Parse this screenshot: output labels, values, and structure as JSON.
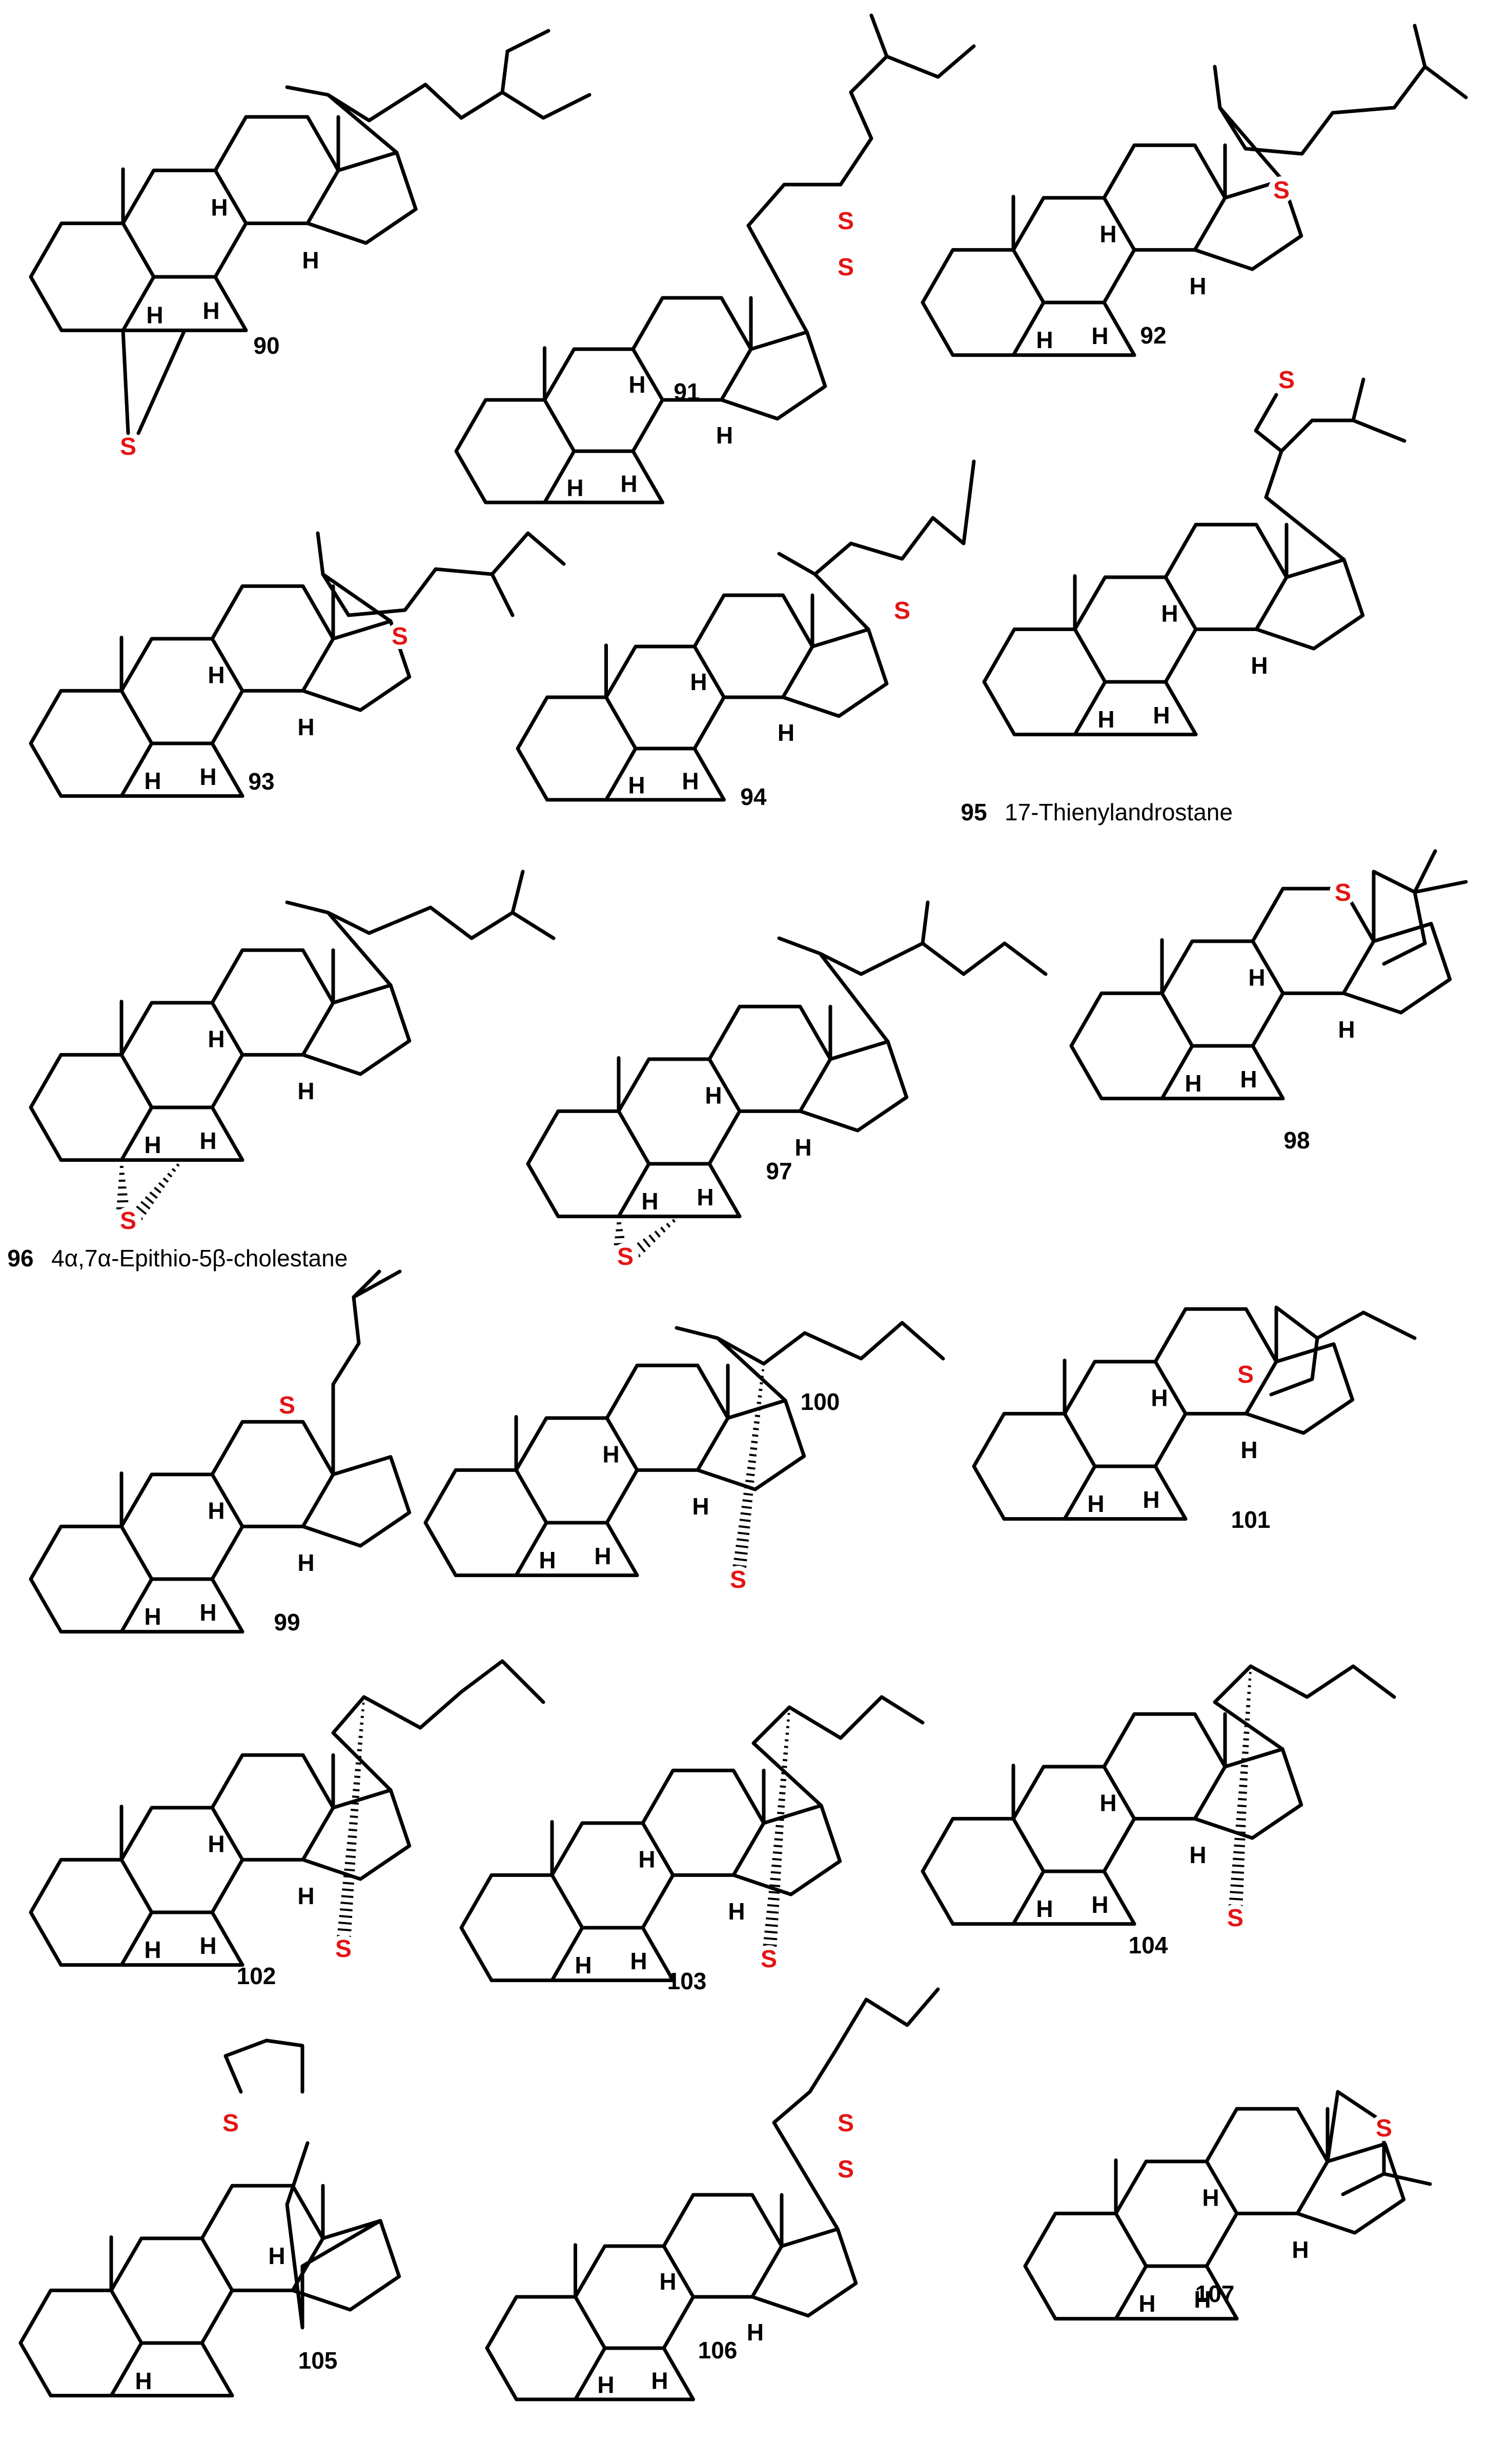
{
  "colors": {
    "bond": "#000000",
    "sulfur": "#e41414",
    "background": "#ffffff"
  },
  "atoms": {
    "sulfur": "S",
    "hydrogen": "H"
  },
  "compounds": [
    {
      "id": "90",
      "number": "90",
      "caption": ""
    },
    {
      "id": "91",
      "number": "91",
      "caption": ""
    },
    {
      "id": "92",
      "number": "92",
      "caption": ""
    },
    {
      "id": "93",
      "number": "93",
      "caption": ""
    },
    {
      "id": "94",
      "number": "94",
      "caption": ""
    },
    {
      "id": "95",
      "number": "95",
      "caption": "17-Thienylandrostane"
    },
    {
      "id": "96",
      "number": "96",
      "caption": "4α,7α-Epithio-5β-cholestane"
    },
    {
      "id": "97",
      "number": "97",
      "caption": ""
    },
    {
      "id": "98",
      "number": "98",
      "caption": ""
    },
    {
      "id": "99",
      "number": "99",
      "caption": ""
    },
    {
      "id": "100",
      "number": "100",
      "caption": ""
    },
    {
      "id": "101",
      "number": "101",
      "caption": ""
    },
    {
      "id": "102",
      "number": "102",
      "caption": ""
    },
    {
      "id": "103",
      "number": "103",
      "caption": ""
    },
    {
      "id": "104",
      "number": "104",
      "caption": ""
    },
    {
      "id": "105",
      "number": "105",
      "caption": ""
    },
    {
      "id": "106",
      "number": "106",
      "caption": ""
    },
    {
      "id": "107",
      "number": "107",
      "caption": ""
    }
  ]
}
